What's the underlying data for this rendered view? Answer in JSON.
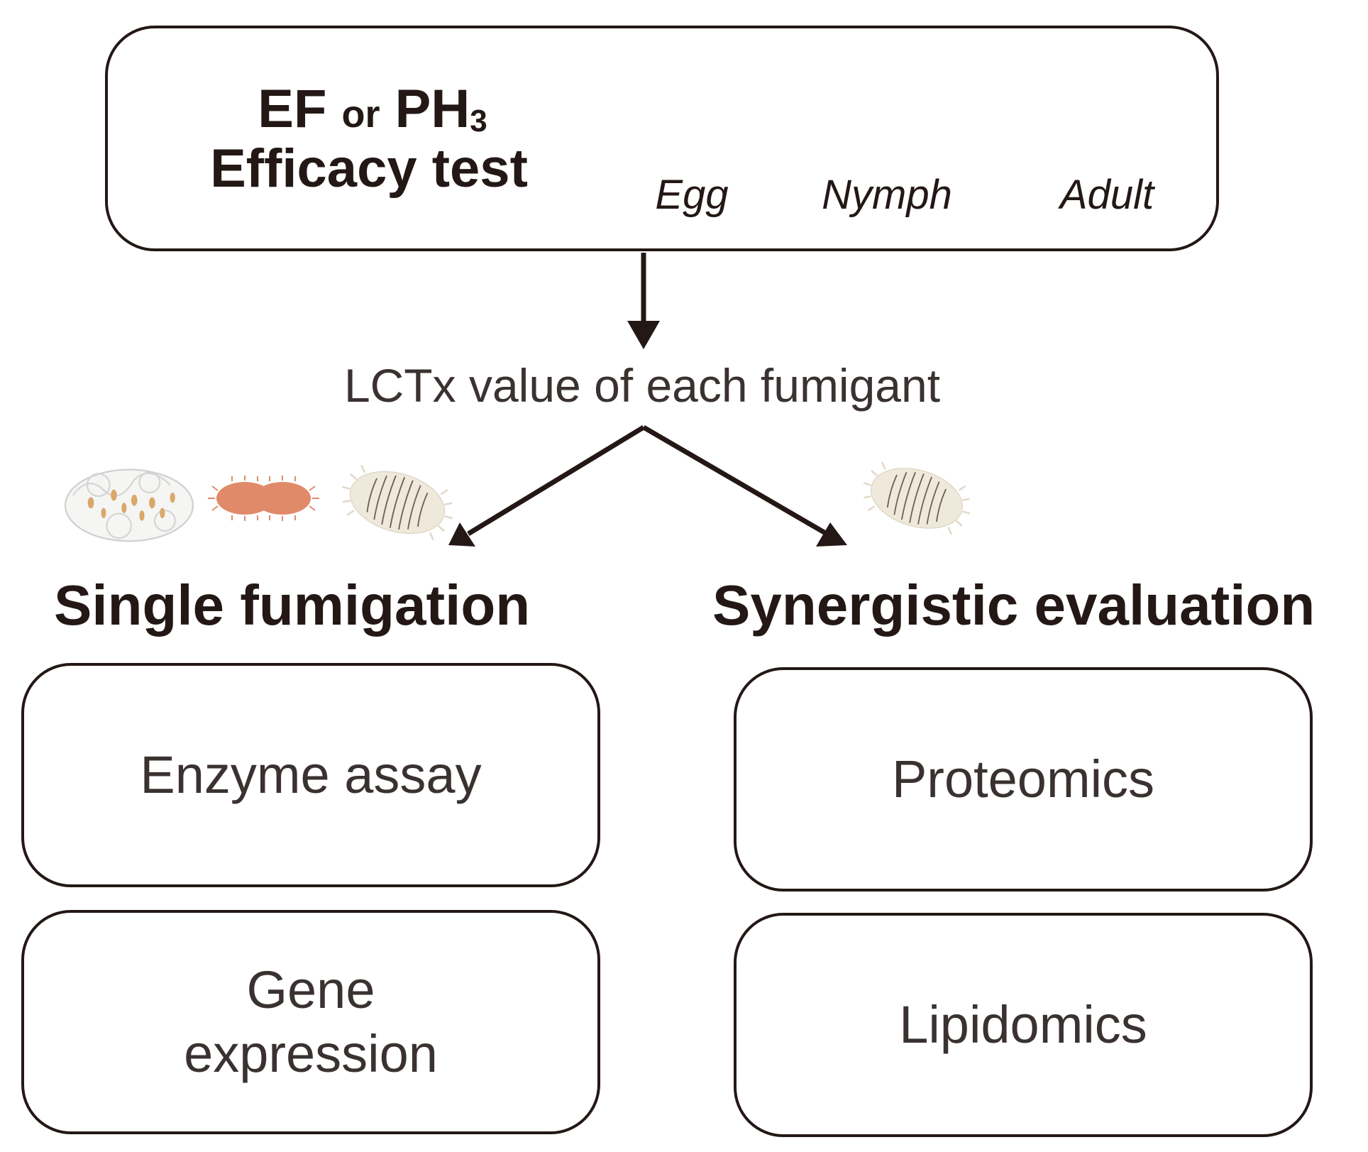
{
  "top_box": {
    "title_line1": {
      "ef": "EF",
      "or": "or",
      "ph": "PH",
      "ph_subscript": "3"
    },
    "title_line2": "Efficacy test",
    "stages": [
      {
        "label": "Egg",
        "icon": "egg-mass-icon"
      },
      {
        "label": "Nymph",
        "icon": "nymph-icon"
      },
      {
        "label": "Adult",
        "icon": "adult-mealybug-icon"
      }
    ]
  },
  "middle": {
    "label": "LCTx value of each fumigant"
  },
  "left_branch": {
    "title": "Single fumigation",
    "icons": [
      "egg-mass-icon",
      "nymph-icon",
      "adult-mealybug-icon"
    ],
    "boxes": [
      {
        "label": "Enzyme assay"
      },
      {
        "label_line1": "Gene",
        "label_line2": "expression"
      }
    ]
  },
  "right_branch": {
    "title": "Synergistic evaluation",
    "icons": [
      "adult-mealybug-icon"
    ],
    "boxes": [
      {
        "label": "Proteomics"
      },
      {
        "label": "Lipidomics"
      }
    ]
  },
  "colors": {
    "stroke": "#231815",
    "nymph": "#e08a6a",
    "adult": "#efe9dc",
    "egg": "#d9a86a"
  }
}
